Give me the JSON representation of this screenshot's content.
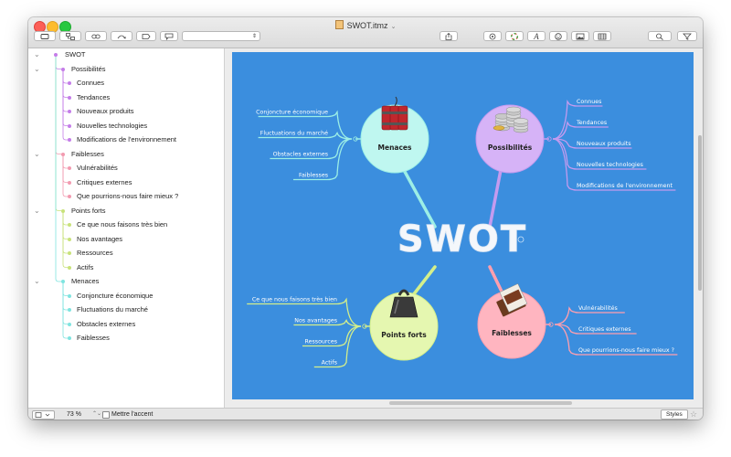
{
  "window": {
    "title": "SWOT.itmz"
  },
  "toolbar": {
    "buttons": [
      "new-topic-icon",
      "subtopic-icon",
      "relationship-icon",
      "undo-redo-icon",
      "tag-icon",
      "callout-icon"
    ],
    "select_value": "",
    "right_buttons": [
      "share-icon",
      "palette-icon",
      "paint-icon",
      "font-icon",
      "emoji-icon",
      "image-icon",
      "table-icon",
      "search-icon",
      "filter-icon"
    ]
  },
  "outline": {
    "items": [
      {
        "label": "SWOT",
        "level": 0,
        "color": "#c47de8"
      },
      {
        "label": "Possibilités",
        "level": 1,
        "color": "#c47de8"
      },
      {
        "label": "Connues",
        "level": 2,
        "color": "#c47de8"
      },
      {
        "label": "Tendances",
        "level": 2,
        "color": "#c47de8"
      },
      {
        "label": "Nouveaux produits",
        "level": 2,
        "color": "#c47de8"
      },
      {
        "label": "Nouvelles technologies",
        "level": 2,
        "color": "#c47de8"
      },
      {
        "label": "Modifications de l'environnement",
        "level": 2,
        "color": "#c47de8"
      },
      {
        "label": "Faiblesses",
        "level": 1,
        "color": "#f29ab0"
      },
      {
        "label": "Vulnérabilités",
        "level": 2,
        "color": "#f29ab0"
      },
      {
        "label": "Critiques externes",
        "level": 2,
        "color": "#f29ab0"
      },
      {
        "label": "Que pourrions-nous faire mieux ?",
        "level": 2,
        "color": "#f29ab0"
      },
      {
        "label": "Points forts",
        "level": 1,
        "color": "#c8e27a"
      },
      {
        "label": "Ce que nous faisons très bien",
        "level": 2,
        "color": "#c8e27a"
      },
      {
        "label": "Nos avantages",
        "level": 2,
        "color": "#c8e27a"
      },
      {
        "label": "Ressources",
        "level": 2,
        "color": "#c8e27a"
      },
      {
        "label": "Actifs",
        "level": 2,
        "color": "#c8e27a"
      },
      {
        "label": "Menaces",
        "level": 1,
        "color": "#7fe4e0"
      },
      {
        "label": "Conjoncture économique",
        "level": 2,
        "color": "#7fe4e0"
      },
      {
        "label": "Fluctuations du marché",
        "level": 2,
        "color": "#7fe4e0"
      },
      {
        "label": "Obstacles externes",
        "level": 2,
        "color": "#7fe4e0"
      },
      {
        "label": "Faiblesses",
        "level": 2,
        "color": "#7fe4e0"
      }
    ]
  },
  "map": {
    "central": "SWOT",
    "background": "#3b8ede",
    "topics": [
      {
        "label": "Menaces",
        "fill": "#bff7f0",
        "line": "#9cefe6",
        "icon": "dynamite-icon",
        "side": "left",
        "children": [
          "Conjoncture économique",
          "Fluctuations du marché",
          "Obstacles externes",
          "Faiblesses"
        ]
      },
      {
        "label": "Possibilités",
        "fill": "#d6b3f7",
        "line": "#c49bef",
        "icon": "coins-icon",
        "side": "right",
        "children": [
          "Connues",
          "Tendances",
          "Nouveaux produits",
          "Nouvelles technologies",
          "Modifications de l'environnement"
        ]
      },
      {
        "label": "Points forts",
        "fill": "#e5f7b0",
        "line": "#d4ef8b",
        "icon": "weight-icon",
        "side": "left",
        "children": [
          "Ce que nous faisons très bien",
          "Nos avantages",
          "Ressources",
          "Actifs"
        ]
      },
      {
        "label": "Faiblesses",
        "fill": "#ffb5c0",
        "line": "#ff9fae",
        "icon": "chocolate-icon",
        "side": "right",
        "children": [
          "Vulnérabilités",
          "Critiques externes",
          "Que pourrions-nous faire mieux ?"
        ]
      }
    ]
  },
  "statusbar": {
    "zoom": "73 %",
    "accent_label": "Mettre l'accent",
    "styles_label": "Styles"
  }
}
